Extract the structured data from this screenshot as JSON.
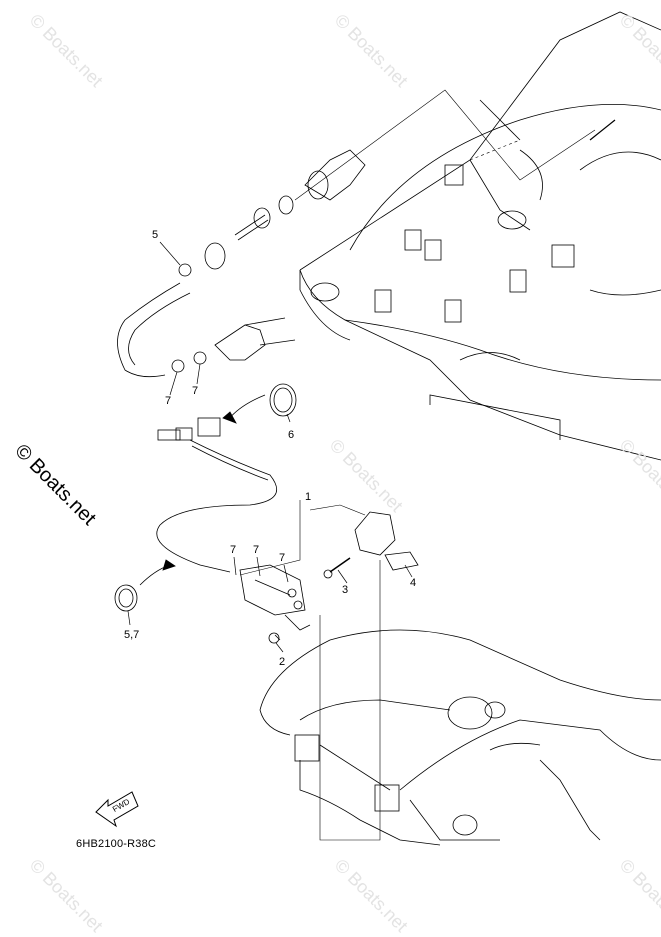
{
  "diagram": {
    "code": "6HB2100-R38C",
    "fwd_label": "FWD",
    "watermark_text": "© Boats.net",
    "callouts": [
      {
        "id": "c5",
        "text": "5"
      },
      {
        "id": "c7a",
        "text": "7"
      },
      {
        "id": "c7b",
        "text": "7"
      },
      {
        "id": "c6",
        "text": "6"
      },
      {
        "id": "c1",
        "text": "1"
      },
      {
        "id": "c7c",
        "text": "7"
      },
      {
        "id": "c7d",
        "text": "7"
      },
      {
        "id": "c7e",
        "text": "7"
      },
      {
        "id": "c3",
        "text": "3"
      },
      {
        "id": "c4",
        "text": "4"
      },
      {
        "id": "c2",
        "text": "2"
      },
      {
        "id": "c57",
        "text": "5,7"
      }
    ]
  }
}
